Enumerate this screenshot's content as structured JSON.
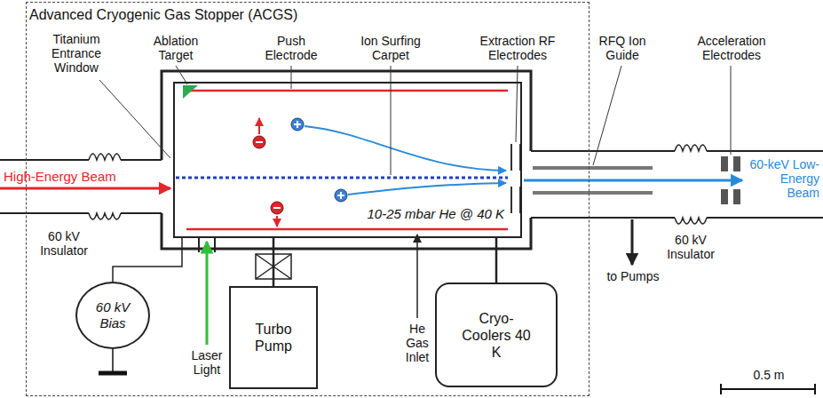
{
  "diagram": {
    "nodes": [
      {
        "text": [
          "Advanced Cryogenic Gas Stopper (ACGS)"
        ]
      },
      {
        "text": [
          "10-25 mbar He @ 40 K"
        ],
        "in": 0
      },
      {
        "text": [
          "60 kV Bias"
        ],
        "in": 0
      },
      {
        "text": [
          "Turbo Pump"
        ],
        "in": 0
      },
      {
        "text": [
          "Cryo-Coolers 40 K"
        ],
        "in": 0
      }
    ],
    "edges": [
      {
        "from": 2,
        "to": 1,
        "arrow": "none"
      },
      {
        "from": 1,
        "to": 3,
        "arrow": "none"
      },
      {
        "from": 1,
        "to": 4,
        "arrow": "none"
      }
    ],
    "labels": [
      "Titanium Entrance Window",
      "Ablation Target",
      "Push Electrode",
      "Ion Surfing Carpet",
      "Extraction RF Electrodes",
      "RFQ Ion Guide",
      "Acceleration Electrodes",
      "High-Energy Beam",
      "60-keV Low-Energy Beam",
      "60 kV Insulator",
      "60 kV Insulator",
      "Laser Light",
      "He Gas Inlet",
      "to Pumps",
      "0.5 m"
    ]
  }
}
